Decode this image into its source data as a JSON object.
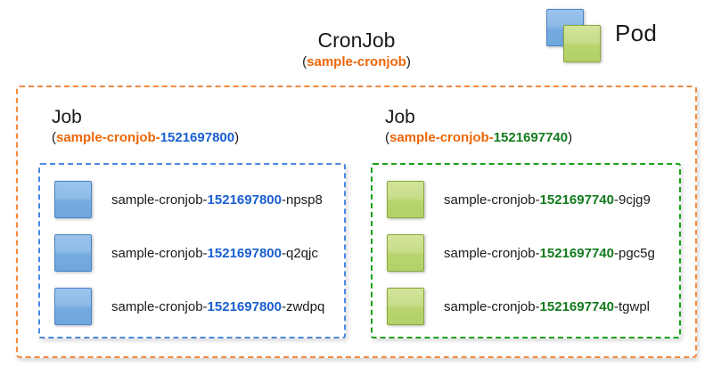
{
  "legend": {
    "label": "Pod",
    "blue_square_icon": "pod-square-blue",
    "green_square_icon": "pod-square-green"
  },
  "cronjob": {
    "title": "CronJob",
    "open_paren": "(",
    "name": "sample-cronjob",
    "close_paren": ")",
    "border_color": "#f4893c"
  },
  "jobs": [
    {
      "title": "Job",
      "open_paren": "(",
      "name": "sample-cronjob",
      "separator": "-",
      "timestamp": "1521697800",
      "close_paren": ")",
      "accent_color": "#1a5fd0",
      "border_color": "#4a88e0",
      "pods": [
        {
          "prefix": "sample-cronjob-",
          "timestamp": "1521697800",
          "suffix": "-npsp8"
        },
        {
          "prefix": "sample-cronjob-",
          "timestamp": "1521697800",
          "suffix": "-q2qjc"
        },
        {
          "prefix": "sample-cronjob-",
          "timestamp": "1521697800",
          "suffix": "-zwdpq"
        }
      ]
    },
    {
      "title": "Job",
      "open_paren": "(",
      "name": "sample-cronjob",
      "separator": "-",
      "timestamp": "1521697740",
      "close_paren": ")",
      "accent_color": "#137a1e",
      "border_color": "#1aa11a",
      "pods": [
        {
          "prefix": "sample-cronjob-",
          "timestamp": "1521697740",
          "suffix": "-9cjg9"
        },
        {
          "prefix": "sample-cronjob-",
          "timestamp": "1521697740",
          "suffix": "-pgc5g"
        },
        {
          "prefix": "sample-cronjob-",
          "timestamp": "1521697740",
          "suffix": "-tgwpl"
        }
      ]
    }
  ],
  "colors": {
    "cronjob_name": "#ec6608",
    "job_blue": "#1a5fd0",
    "job_green": "#137a1e",
    "pod_blue": "#8dbbe8",
    "pod_green": "#c8dd8a"
  }
}
